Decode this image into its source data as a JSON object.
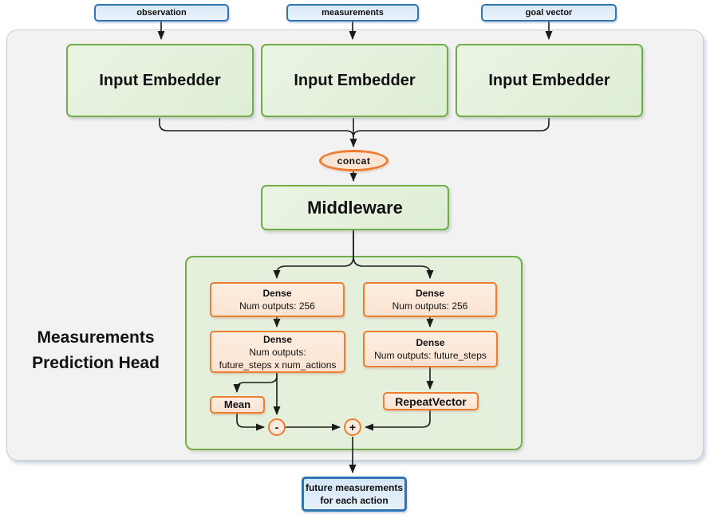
{
  "diagram": {
    "inputs": [
      {
        "label": "observation"
      },
      {
        "label": "measurements"
      },
      {
        "label": "goal vector"
      }
    ],
    "embedders": [
      "Input Embedder",
      "Input Embedder",
      "Input Embedder"
    ],
    "concat_label": "concat",
    "middleware_label": "Middleware",
    "head_label": {
      "line1": "Measurements",
      "line2": "Prediction Head"
    },
    "dense_left_1": {
      "title": "Dense",
      "subtitle": "Num outputs: 256"
    },
    "dense_right_1": {
      "title": "Dense",
      "subtitle": "Num outputs: 256"
    },
    "dense_left_2": {
      "title": "Dense",
      "subtitle": "Num outputs:",
      "subtitle2": "future_steps x num_actions"
    },
    "dense_right_2": {
      "title": "Dense",
      "subtitle": "Num outputs: future_steps"
    },
    "mean_label": "Mean",
    "repeat_vector_label": "RepeatVector",
    "minus_label": "-",
    "plus_label": "+",
    "output": {
      "line1": "future measurements",
      "line2": "for each action"
    },
    "colors": {
      "blue_border": "#2E75B6",
      "blue_fill": "#DEEBF7",
      "green_border": "#70AD47",
      "green_fill": "#E2EFDA",
      "orange_border": "#ED7D31",
      "orange_fill": "#FBE5D6",
      "container_fill": "#F2F2F2",
      "line": "#1A1A1A"
    }
  }
}
